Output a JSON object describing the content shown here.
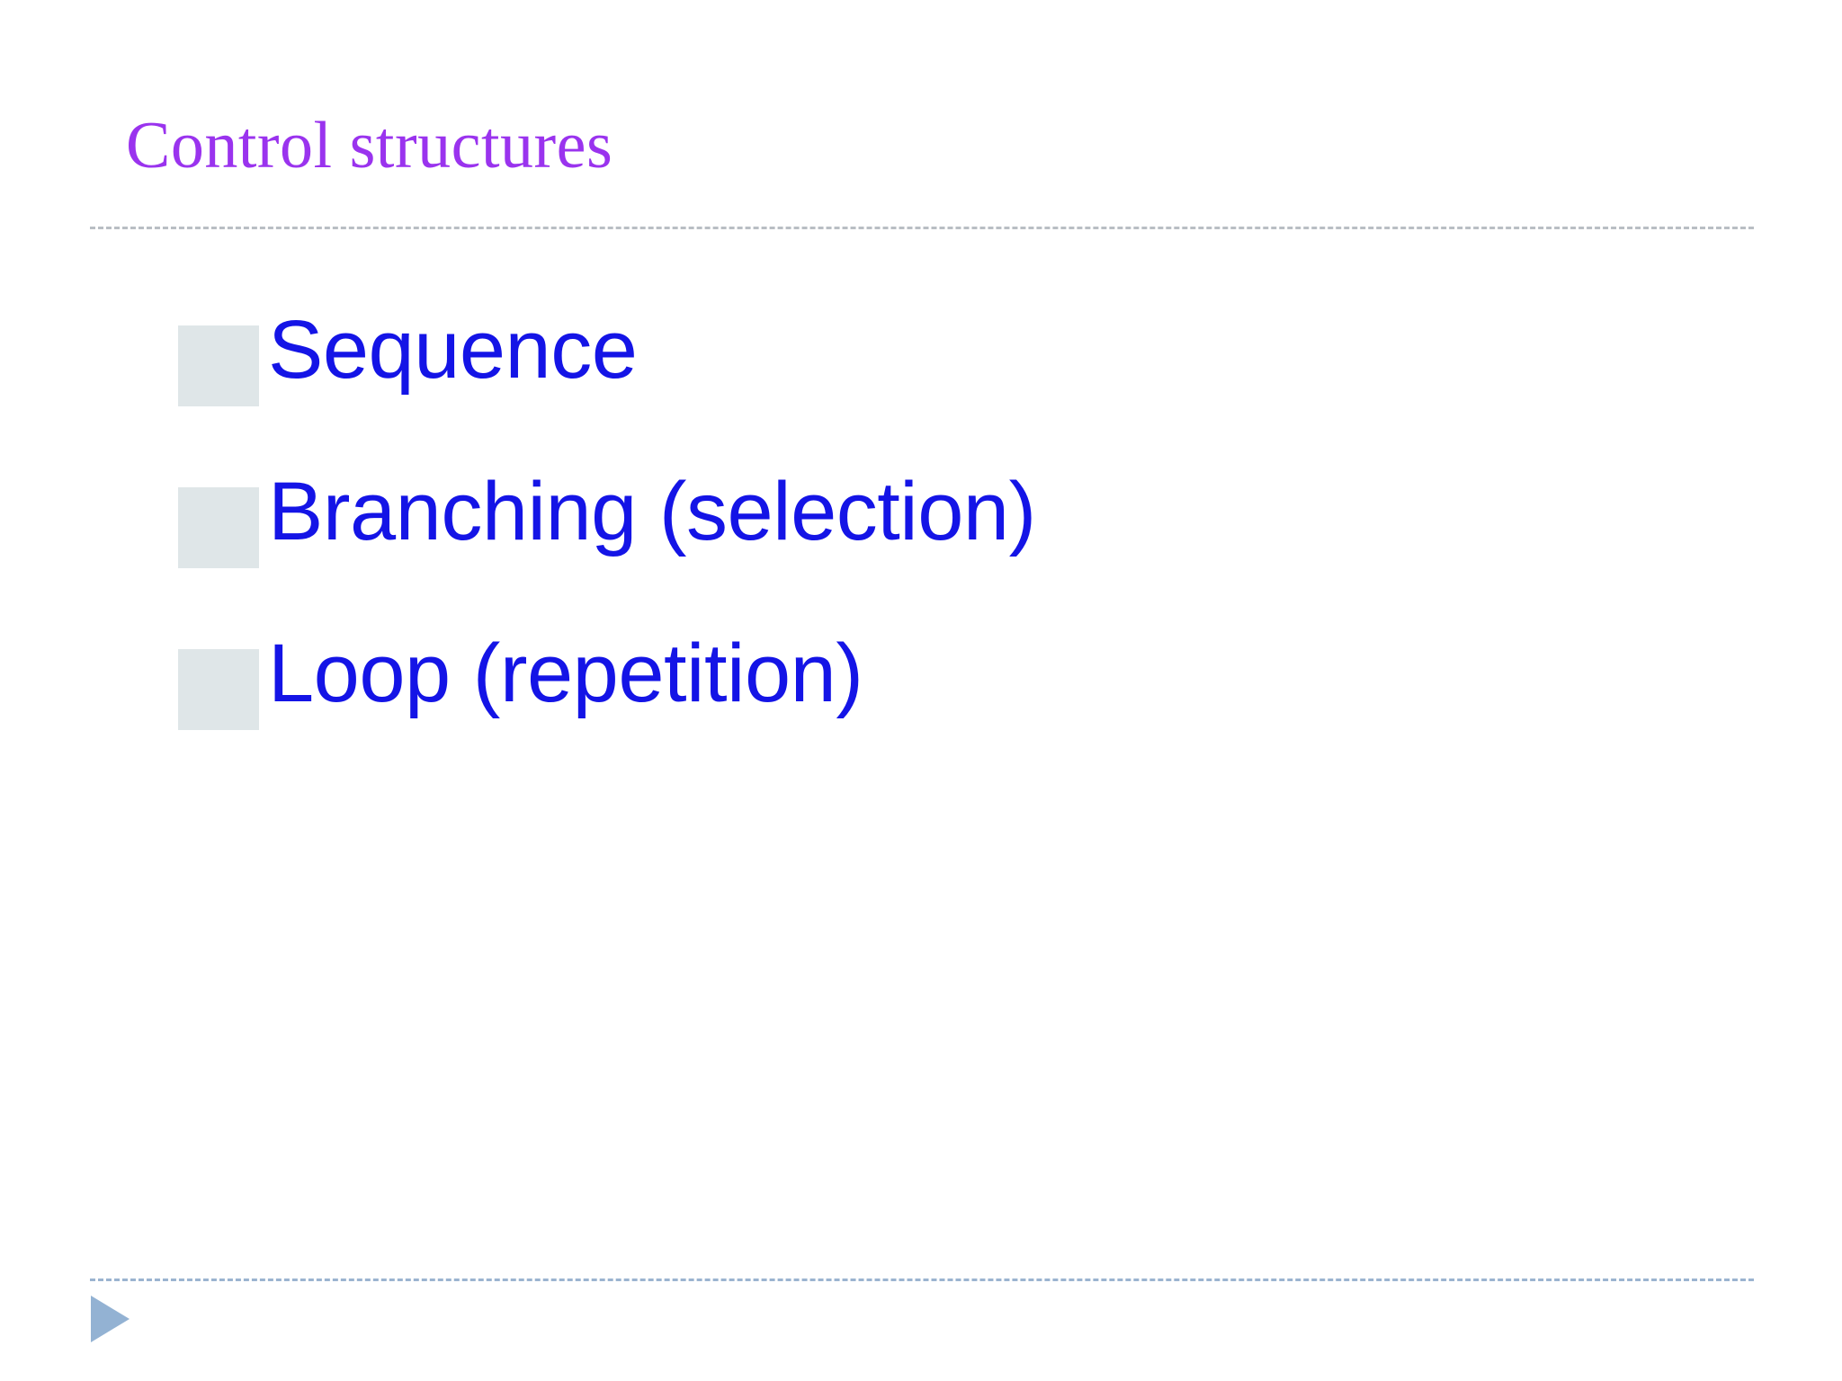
{
  "slide": {
    "title": "Control structures",
    "title_color": "#9A33EE",
    "background_color": "#FFFFFF",
    "body": {
      "bullets": [
        {
          "label": "Sequence"
        },
        {
          "label": "Branching (selection)"
        },
        {
          "label": "Loop (repetition)"
        }
      ],
      "text_color": "#1414E6",
      "marker_color": "#DFE6E8",
      "marker_shape": "square"
    },
    "header_divider": {
      "style": "dashed",
      "color": "#B9BEC4"
    },
    "footer": {
      "divider_style": "dashed",
      "divider_color": "#9BB4D0",
      "nav_icon": "play-triangle-right-icon",
      "nav_icon_color": "#93B2D3"
    }
  }
}
